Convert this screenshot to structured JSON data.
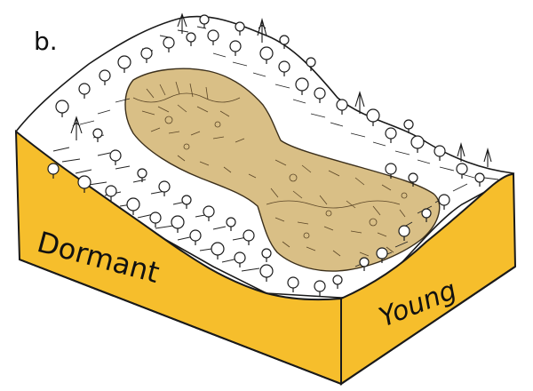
{
  "panel_label": "b.",
  "front_face_label": "Dormant",
  "side_face_label": "Young",
  "colors": {
    "block_face": "#F6BE2C",
    "block_edge": "#1a1a1a",
    "landslide_fill": "#D9BF86",
    "terrain_ink": "#222222",
    "background": "#FFFFFF"
  },
  "icons": [
    "tree-icon",
    "shrub-icon",
    "conifer-icon"
  ]
}
